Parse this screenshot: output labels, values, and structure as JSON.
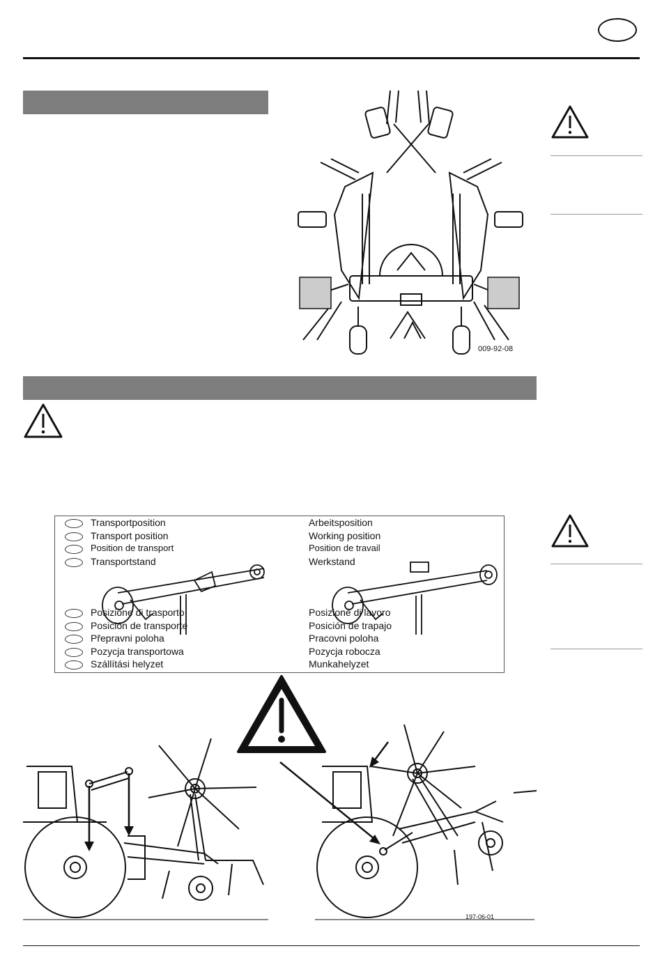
{
  "header": {
    "language_badge": ""
  },
  "figures": {
    "top_drawing_code": "009-92-08",
    "bottom_drawing_code": "197-06-01"
  },
  "legend": {
    "transport": [
      "Transportposition",
      "Transport position",
      "Position de transport",
      "Transportstand",
      "Posizione di trasporto",
      "Posición de transporte",
      "Přepravni poloha",
      "Pozycja transportowa",
      "Szállítási helyzet"
    ],
    "working": [
      "Arbeitsposition",
      "Working position",
      "Position de travail",
      "Werkstand",
      "Posizione di lavoro",
      "Posición de trapajo",
      "Pracovni poloha",
      "Pozycja robocza",
      "Munkahelyzet"
    ]
  },
  "icons": {
    "warning": "warning-triangle-icon",
    "language": "language-flag-oval"
  },
  "colors": {
    "section_bar": "#7d7d7d",
    "ink": "#111111"
  }
}
